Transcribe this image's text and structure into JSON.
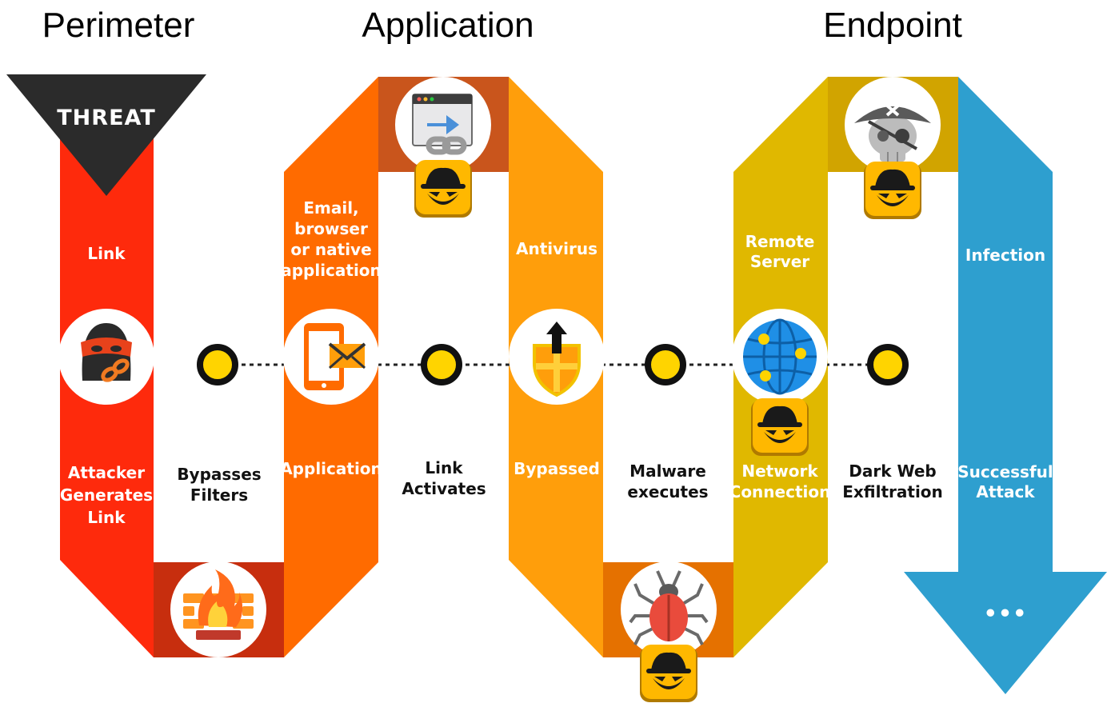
{
  "sections": {
    "perimeter": "Perimeter",
    "application": "Application",
    "endpoint": "Endpoint"
  },
  "threat_label": "THREAT",
  "end_label": "•••",
  "colors": {
    "red": "#fe2a0c",
    "red_dark": "#c72e0e",
    "orange": "#ff6b00",
    "orange_dark": "#c9551c",
    "amber": "#ff9e0b",
    "amber_dark": "#e57100",
    "gold": "#e0b800",
    "gold_dark": "#d1a400",
    "blue": "#2e9fcf",
    "threat": "#2b2b2b",
    "node": "#ffd400"
  },
  "band_labels": {
    "link": "Link",
    "attacker_line1": "Attacker",
    "attacker_line2": "Generates",
    "attacker_line3": "Link",
    "email_line1": "Email,",
    "email_line2": "browser",
    "email_line3": "or native",
    "email_line4": "application",
    "application": "Application",
    "antivirus": "Antivirus",
    "bypassed": "Bypassed",
    "remote_line1": "Remote",
    "remote_line2": "Server",
    "network_line1": "Network",
    "network_line2": "Connection",
    "infection": "Infection",
    "successful_line1": "Successful",
    "successful_line2": "Attack"
  },
  "gap_labels": {
    "bypasses_line1": "Bypasses",
    "bypasses_line2": "Filters",
    "link_activates_line1": "Link",
    "link_activates_line2": "Activates",
    "malware_line1": "Malware",
    "malware_line2": "executes",
    "darkweb_line1": "Dark Web",
    "darkweb_line2": "Exfiltration"
  },
  "icons": [
    "masked-attacker-icon",
    "firewall-icon",
    "phone-email-icon",
    "browser-link-icon",
    "antivirus-shield-icon",
    "malware-bug-icon",
    "globe-icon",
    "pirate-skull-icon",
    "spy-badge-icon"
  ]
}
